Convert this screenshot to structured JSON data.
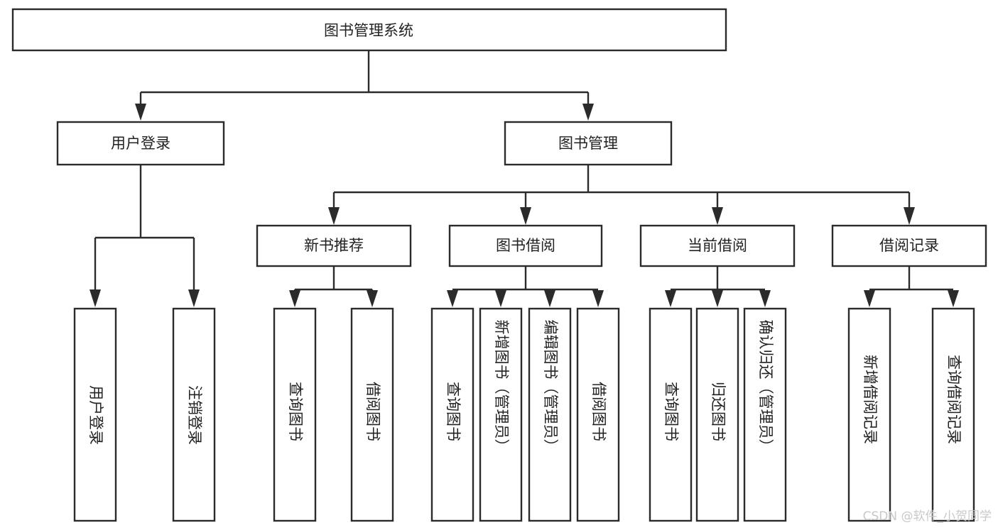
{
  "diagram": {
    "title": "图书管理系统",
    "watermark": "CSDN @软件_小贺同学",
    "colors": {
      "stroke": "#2b2b2b",
      "fill": "#ffffff",
      "text": "#222222",
      "watermark": "#c9c9c9"
    },
    "root": {
      "label": "图书管理系统"
    },
    "level2": [
      {
        "label": "用户登录"
      },
      {
        "label": "图书管理"
      }
    ],
    "level3": [
      {
        "label": "新书推荐"
      },
      {
        "label": "图书借阅"
      },
      {
        "label": "当前借阅"
      },
      {
        "label": "借阅记录"
      }
    ],
    "leaves": {
      "user_login": [
        {
          "label": "用户登录"
        },
        {
          "label": "注销登录"
        }
      ],
      "new_book": [
        {
          "label": "查询图书"
        },
        {
          "label": "借阅图书"
        }
      ],
      "book_borrow": [
        {
          "label": "查询图书"
        },
        {
          "label": "新增图书（管理员）"
        },
        {
          "label": "编辑图书（管理员）"
        },
        {
          "label": "借阅图书"
        }
      ],
      "current_borrow": [
        {
          "label": "查询图书"
        },
        {
          "label": "归还图书"
        },
        {
          "label": "确认归还（管理员）"
        }
      ],
      "borrow_record": [
        {
          "label": "新增借阅记录"
        },
        {
          "label": "查询借阅记录"
        }
      ]
    }
  },
  "chart_data": {
    "type": "diagram",
    "title": "图书管理系统",
    "structure": "tree",
    "nodes": [
      {
        "id": "root",
        "label": "图书管理系统",
        "level": 1,
        "parent": null
      },
      {
        "id": "n-user-login",
        "label": "用户登录",
        "level": 2,
        "parent": "root"
      },
      {
        "id": "n-book-manage",
        "label": "图书管理",
        "level": 2,
        "parent": "root"
      },
      {
        "id": "n-new-book",
        "label": "新书推荐",
        "level": 3,
        "parent": "n-book-manage"
      },
      {
        "id": "n-book-borrow",
        "label": "图书借阅",
        "level": 3,
        "parent": "n-book-manage"
      },
      {
        "id": "n-current-borrow",
        "label": "当前借阅",
        "level": 3,
        "parent": "n-book-manage"
      },
      {
        "id": "n-borrow-record",
        "label": "借阅记录",
        "level": 3,
        "parent": "n-book-manage"
      },
      {
        "id": "l-user-login-1",
        "label": "用户登录",
        "level": 4,
        "parent": "n-user-login"
      },
      {
        "id": "l-user-login-2",
        "label": "注销登录",
        "level": 4,
        "parent": "n-user-login"
      },
      {
        "id": "l-new-book-1",
        "label": "查询图书",
        "level": 4,
        "parent": "n-new-book"
      },
      {
        "id": "l-new-book-2",
        "label": "借阅图书",
        "level": 4,
        "parent": "n-new-book"
      },
      {
        "id": "l-book-borrow-1",
        "label": "查询图书",
        "level": 4,
        "parent": "n-book-borrow"
      },
      {
        "id": "l-book-borrow-2",
        "label": "新增图书（管理员）",
        "level": 4,
        "parent": "n-book-borrow"
      },
      {
        "id": "l-book-borrow-3",
        "label": "编辑图书（管理员）",
        "level": 4,
        "parent": "n-book-borrow"
      },
      {
        "id": "l-book-borrow-4",
        "label": "借阅图书",
        "level": 4,
        "parent": "n-book-borrow"
      },
      {
        "id": "l-current-borrow-1",
        "label": "查询图书",
        "level": 4,
        "parent": "n-current-borrow"
      },
      {
        "id": "l-current-borrow-2",
        "label": "归还图书",
        "level": 4,
        "parent": "n-current-borrow"
      },
      {
        "id": "l-current-borrow-3",
        "label": "确认归还（管理员）",
        "level": 4,
        "parent": "n-current-borrow"
      },
      {
        "id": "l-borrow-record-1",
        "label": "新增借阅记录",
        "level": 4,
        "parent": "n-borrow-record"
      },
      {
        "id": "l-borrow-record-2",
        "label": "查询借阅记录",
        "level": 4,
        "parent": "n-borrow-record"
      }
    ]
  }
}
